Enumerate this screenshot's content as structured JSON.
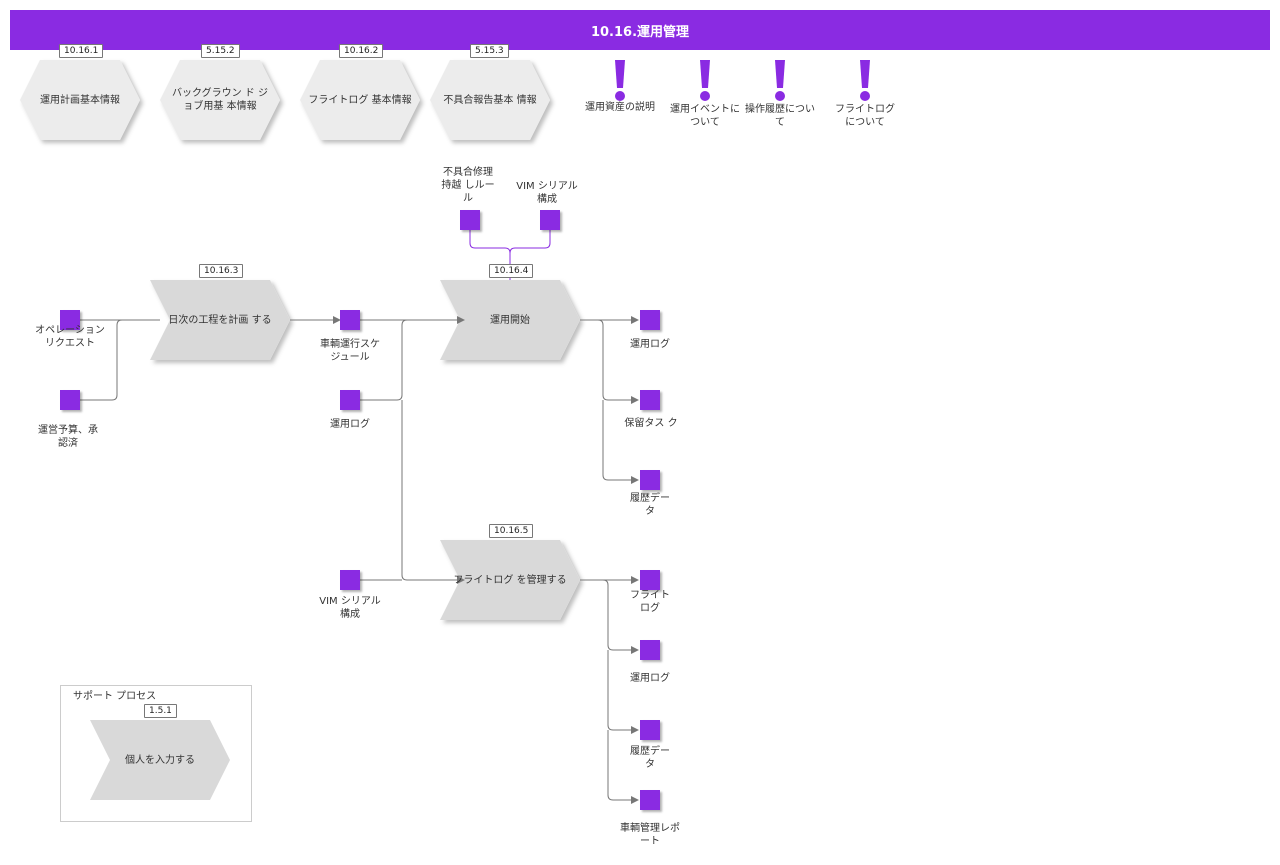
{
  "title": "10.16.運用管理",
  "colors": {
    "accent": "#8a2be2",
    "shape_fill": "#d9d9d9",
    "line": "#777777"
  },
  "hexagons": [
    {
      "tag": "10.16.1",
      "label": "運用計画基本情報"
    },
    {
      "tag": "5.15.2",
      "label": "バックグラウン ド ジョブ用基 本情報"
    },
    {
      "tag": "10.16.2",
      "label": "フライトログ 基本情報"
    },
    {
      "tag": "5.15.3",
      "label": "不具合報告基本 情報"
    }
  ],
  "notices": [
    {
      "icon": "exclamation-icon",
      "label": "運用資産の説明"
    },
    {
      "icon": "exclamation-icon",
      "label": "運用イベントについて"
    },
    {
      "icon": "exclamation-icon",
      "label": "操作履歴について"
    },
    {
      "icon": "exclamation-icon",
      "label": "フライトログについて"
    }
  ],
  "processes": [
    {
      "tag": "10.16.3",
      "label": "日次の工程を計画 する"
    },
    {
      "tag": "10.16.4",
      "label": "運用開始"
    },
    {
      "tag": "10.16.5",
      "label": "フライトログ を管理する"
    }
  ],
  "data_objects": {
    "operation_request": "オペレーション リクエスト",
    "budget_approved": "運営予算、承認済",
    "vehicle_schedule": "車輌運行スケジュール",
    "ops_log_in": "運用ログ",
    "vim_serial_in": "VIM シリアル構成",
    "defect_rule": "不具合修理持越 しルール",
    "vim_serial_top": "VIM シリアル構成",
    "ops_log_out1": "運用ログ",
    "pending_task": "保留タス ク",
    "history_data1": "履歴データ",
    "flight_log": "フライトログ",
    "ops_log_out2": "運用ログ",
    "history_data2": "履歴データ",
    "vehicle_report": "車輌管理レポート"
  },
  "support": {
    "title": "サポート プロセス",
    "tag": "1.5.1",
    "label": "個人を入力する"
  }
}
